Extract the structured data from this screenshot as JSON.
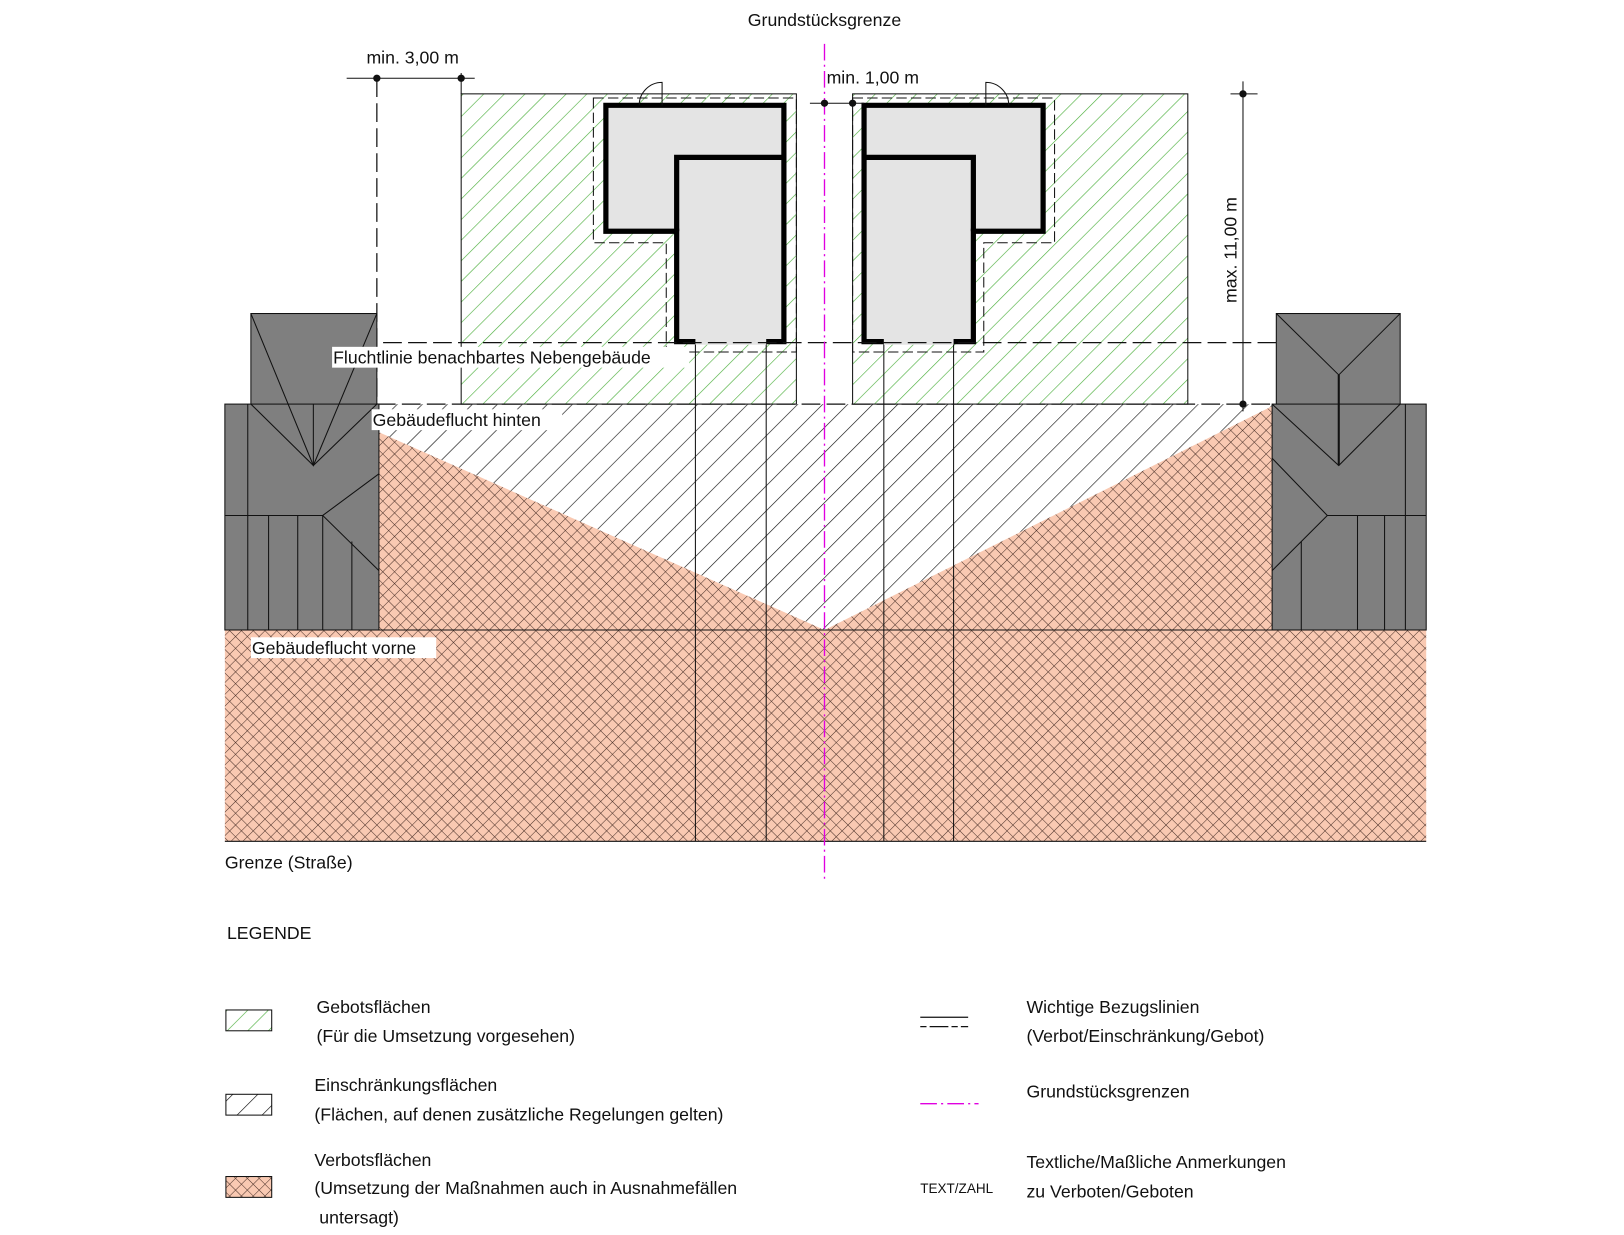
{
  "labels": {
    "boundary_top": "Grundstücksgrenze",
    "dim_left": "min. 3,00 m",
    "dim_middle": "min. 1,00 m",
    "dim_right": "max. 11,00 m",
    "line_neighbor": "Fluchtlinie benachbartes Nebengebäude",
    "line_rear": "Gebäudeflucht hinten",
    "line_front": "Gebäudeflucht vorne",
    "street_boundary": "Grenze (Straße)"
  },
  "legend": {
    "title": "LEGENDE",
    "items": [
      {
        "title": "Gebotsflächen",
        "desc": "(Für die Umsetzung vorgesehen)"
      },
      {
        "title": "Einschränkungsflächen",
        "desc": "(Flächen, auf denen zusätzliche Regelungen gelten)"
      },
      {
        "title": "Verbotsflächen",
        "desc": "(Umsetzung der Maßnahmen auch in Ausnahmefällen",
        "desc2": " untersagt)"
      },
      {
        "title": "Wichtige Bezugslinien",
        "desc": "(Verbot/Einschränkung/Gebot)"
      },
      {
        "title": "Grundstücksgrenzen"
      },
      {
        "symbol": "TEXT/ZAHL",
        "title": "Textliche/Maßliche Anmerkungen",
        "desc": "zu Verboten/Geboten"
      }
    ]
  },
  "colors": {
    "green_hatch": "#4caf3c",
    "prohibited_fill": "#f9c9b2",
    "boundary": "#e000e0",
    "neighbor_roof": "#7f7f7f",
    "house_fill": "#e4e4e4"
  }
}
